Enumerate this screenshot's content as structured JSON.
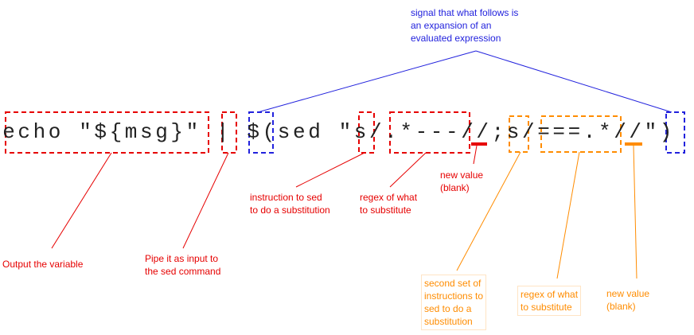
{
  "command": {
    "chars": [
      "e",
      "c",
      "h",
      "o",
      " ",
      "\"",
      "$",
      "{",
      "m",
      "s",
      "g",
      "}",
      "\"",
      " ",
      "|",
      " ",
      "$",
      "(",
      "s",
      "e",
      "d",
      " ",
      "\"",
      "s",
      "/",
      ".",
      "*",
      "-",
      "-",
      "-",
      "/",
      "/",
      ";",
      "s",
      "/",
      "=",
      "=",
      "=",
      ".",
      "*",
      "/",
      "/",
      "\"",
      ")"
    ]
  },
  "colors": {
    "red": "#e60000",
    "blue": "#2222dd",
    "orange": "#ff8c00",
    "text": "#222222"
  },
  "annotations": {
    "signal": "signal that what follows is\nan expansion of an\nevaluated expression",
    "output_variable": "Output the variable",
    "pipe": "Pipe it as input to\nthe sed command",
    "instruction_substitute": "instruction to sed\nto do a substitution",
    "regex_first": "regex of what\nto substitute",
    "new_value_first": "new value\n(blank)",
    "second_instructions": "second set of\ninstructions to\nsed to do a\nsubstitution",
    "regex_second": "regex of what\nto substitute",
    "new_value_second": "new value\n(blank)"
  }
}
